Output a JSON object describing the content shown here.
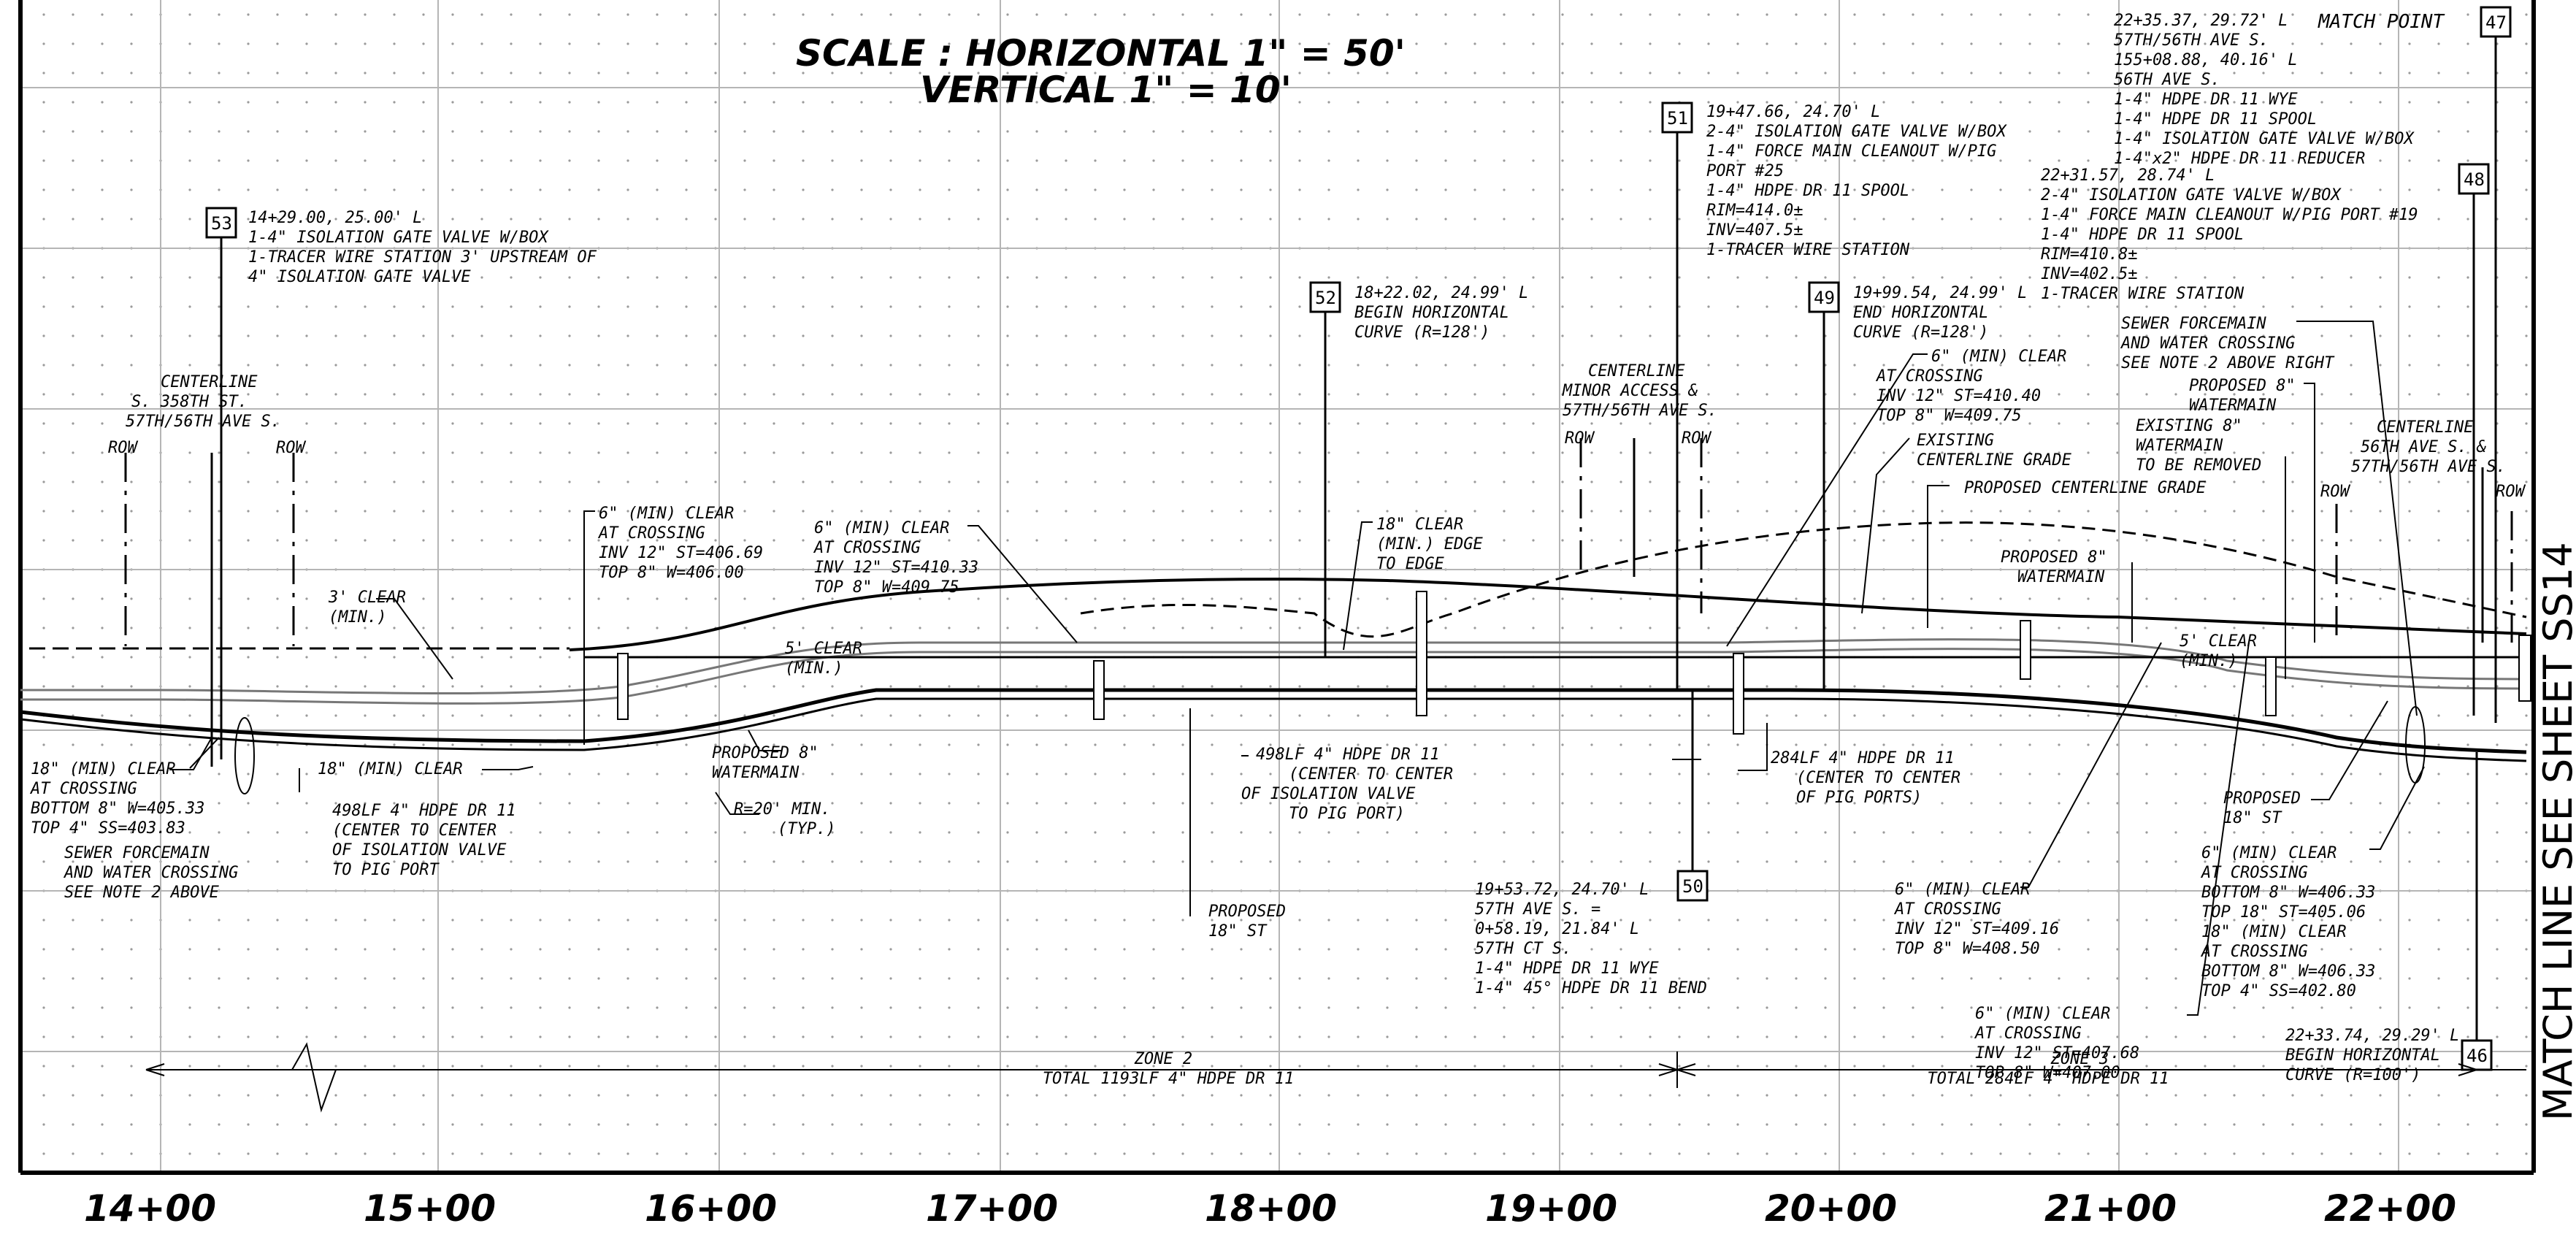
{
  "scale": {
    "line1": "SCALE : HORIZONTAL 1\" = 50'",
    "line2": "VERTICAL 1\" = 10'"
  },
  "side_label": "MATCH LINE SEE SHEET SS14",
  "stations": [
    "14+00",
    "15+00",
    "16+00",
    "17+00",
    "18+00",
    "19+00",
    "20+00",
    "21+00",
    "22+00"
  ],
  "callouts": {
    "c53": {
      "tag": "53",
      "lines": [
        "14+29.00, 25.00' L",
        "1-4\" ISOLATION GATE  VALVE W/BOX",
        "1-TRACER WIRE STATION 3' UPSTREAM OF",
        "4\" ISOLATION GATE VALVE"
      ]
    },
    "c52": {
      "tag": "52",
      "lines": [
        "18+22.02, 24.99' L",
        "BEGIN HORIZONTAL",
        "CURVE (R=128')"
      ]
    },
    "c51": {
      "tag": "51",
      "lines": [
        "19+47.66, 24.70' L",
        "2-4\" ISOLATION GATE VALVE W/BOX",
        "1-4\" FORCE MAIN CLEANOUT W/PIG",
        "PORT #25",
        "1-4\" HDPE DR 11 SPOOL",
        "RIM=414.0±",
        "INV=407.5±",
        "1-TRACER WIRE STATION"
      ]
    },
    "c49": {
      "tag": "49",
      "lines": [
        "19+99.54, 24.99' L",
        "END HORIZONTAL",
        "CURVE (R=128')"
      ]
    },
    "c48": {
      "tag": "48",
      "lines": [
        "22+31.57, 28.74' L",
        "2-4\" ISOLATION  GATE VALVE W/BOX",
        "1-4\" FORCE MAIN  CLEANOUT W/PIG  PORT #19",
        "1-4\" HDPE DR 11 SPOOL",
        "RIM=410.8±",
        "INV=402.5±",
        "1-TRACER WIRE STATION"
      ]
    },
    "c47": {
      "tag": "47",
      "title": "MATCH POINT",
      "lines": [
        "22+35.37, 29.72' L",
        "57TH/56TH AVE S.",
        "155+08.88, 40.16' L",
        "56TH AVE S.",
        "1-4\" HDPE DR 11 WYE",
        "1-4\" HDPE DR 11 SPOOL",
        "1-4\" ISOLATION GATE VALVE W/BOX",
        "1-4\"x2\" HDPE DR 11 REDUCER"
      ]
    },
    "c50": {
      "tag": "50",
      "lines": [
        "19+53.72, 24.70' L",
        "57TH AVE S. =",
        "0+58.19, 21.84' L",
        "57TH CT S.",
        "1-4\" HDPE DR 11 WYE",
        "1-4\" 45° HDPE DR 11 BEND"
      ]
    },
    "c46": {
      "tag": "46",
      "lines": [
        "22+33.74, 29.29' L",
        "BEGIN HORIZONTAL",
        "CURVE (R=100')"
      ]
    }
  },
  "centerlines": {
    "left": [
      "CENTERLINE",
      "S. 358TH ST.",
      "57TH/56TH AVE S."
    ],
    "mid": [
      "CENTERLINE",
      "MINOR ACCESS &",
      "57TH/56TH AVE S."
    ],
    "right": [
      "CENTERLINE",
      "56TH AVE S. &",
      "57TH/56TH AVE S."
    ],
    "row": "ROW"
  },
  "notes": {
    "clear3": [
      "3' CLEAR",
      "(MIN.)"
    ],
    "clear6a": [
      "6\" (MIN) CLEAR",
      "AT CROSSING",
      "INV 12\" ST=406.69",
      "TOP 8\" W=406.00"
    ],
    "clear6b": [
      "6\" (MIN) CLEAR",
      "AT CROSSING",
      "INV 12\" ST=410.33",
      "TOP 8\" W=409.75"
    ],
    "clear5a": [
      "5' CLEAR",
      "(MIN.)"
    ],
    "edge18": [
      "18\" CLEAR",
      "(MIN.) EDGE",
      "TO EDGE"
    ],
    "clear6c": [
      "6\" (MIN) CLEAR",
      "AT CROSSING",
      "INV 12\" ST=410.40",
      "TOP 8\" W=409.75"
    ],
    "existing_grade": [
      "EXISTING",
      "CENTERLINE GRADE"
    ],
    "proposed_grade": "PROPOSED CENTERLINE GRADE",
    "sewer_crossing_r": [
      "SEWER FORCEMAIN",
      "AND WATER CROSSING",
      "SEE NOTE 2 ABOVE RIGHT"
    ],
    "prop_wm_r": [
      "PROPOSED 8\"",
      "WATERMAIN"
    ],
    "exist_wm": [
      "EXISTING 8\"",
      "WATERMAIN",
      "TO BE REMOVED"
    ],
    "prop_wm_mid": [
      "PROPOSED 8\"",
      "WATERMAIN"
    ],
    "clear5b": [
      "5' CLEAR",
      "(MIN.)"
    ],
    "clear18_left": [
      "18\" (MIN) CLEAR",
      "AT CROSSING",
      "BOTTOM 8\" W=405.33",
      "TOP 4\" SS=403.83"
    ],
    "sewer_crossing_l": [
      "SEWER FORCEMAIN",
      "AND WATER CROSSING",
      "SEE NOTE 2 ABOVE"
    ],
    "clear18_b": "18\" (MIN) CLEAR",
    "hdpe498a": [
      "498LF 4\" HDPE DR 11",
      "(CENTER TO CENTER",
      "OF ISOLATION VALVE",
      "TO PIG PORT"
    ],
    "prop_wm_l": [
      "PROPOSED 8\"",
      "WATERMAIN"
    ],
    "r20": [
      "R=20' MIN.",
      "(TYP.)"
    ],
    "hdpe498b": [
      "498LF 4\" HDPE DR 11",
      "(CENTER TO CENTER",
      "OF ISOLATION VALVE",
      "TO PIG PORT)"
    ],
    "prop_st": [
      "PROPOSED",
      "18\" ST"
    ],
    "hdpe284": [
      "284LF 4\" HDPE DR 11",
      "(CENTER TO CENTER",
      "OF PIG PORTS)"
    ],
    "clear6d": [
      "6\" (MIN) CLEAR",
      "AT CROSSING",
      "INV 12\" ST=409.16",
      "TOP 8\" W=408.50"
    ],
    "clear6e": [
      "6\" (MIN) CLEAR",
      "AT CROSSING",
      "INV 12\" ST=407.68",
      "TOP 8\" W=407.00"
    ],
    "prop_st_r": [
      "PROPOSED",
      "18\" ST"
    ],
    "clear6f": [
      "6\" (MIN) CLEAR",
      "AT CROSSING",
      "BOTTOM 8\" W=406.33",
      "TOP 18\" ST=405.06",
      "18\" (MIN) CLEAR",
      "AT CROSSING",
      "BOTTOM 8\" W=406.33",
      "TOP 4\" SS=402.80"
    ]
  },
  "zones": {
    "zone2": [
      "ZONE 2",
      "TOTAL 1193LF 4\" HDPE DR 11"
    ],
    "zone3": [
      "ZONE 3",
      "TOTAL 284LF 4\" HDPE DR 11"
    ]
  }
}
